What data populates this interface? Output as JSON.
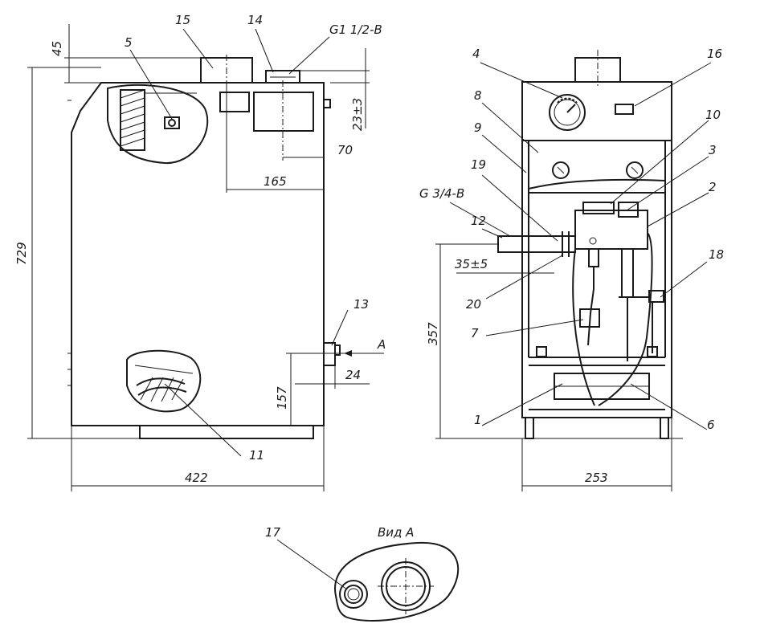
{
  "callouts": {
    "c1": "1",
    "c2": "2",
    "c3": "3",
    "c4": "4",
    "c5": "5",
    "c6": "6",
    "c7": "7",
    "c8": "8",
    "c9": "9",
    "c10": "10",
    "c11": "11",
    "c12": "12",
    "c13": "13",
    "c14": "14",
    "c15": "15",
    "c16": "16",
    "c17": "17",
    "c18": "18",
    "c19": "19",
    "c20": "20"
  },
  "dimensions": {
    "d45": "45",
    "d729": "729",
    "d422": "422",
    "d165": "165",
    "d70": "70",
    "d23": "23±3",
    "d157": "157",
    "d24": "24",
    "d357": "357",
    "d35": "35±5",
    "d253": "253"
  },
  "threads": {
    "g_half": "G1 1/2-B",
    "g_threequarter": "G 3/4-B"
  },
  "views": {
    "arrow_a": "A",
    "view_a": "Вид А"
  }
}
